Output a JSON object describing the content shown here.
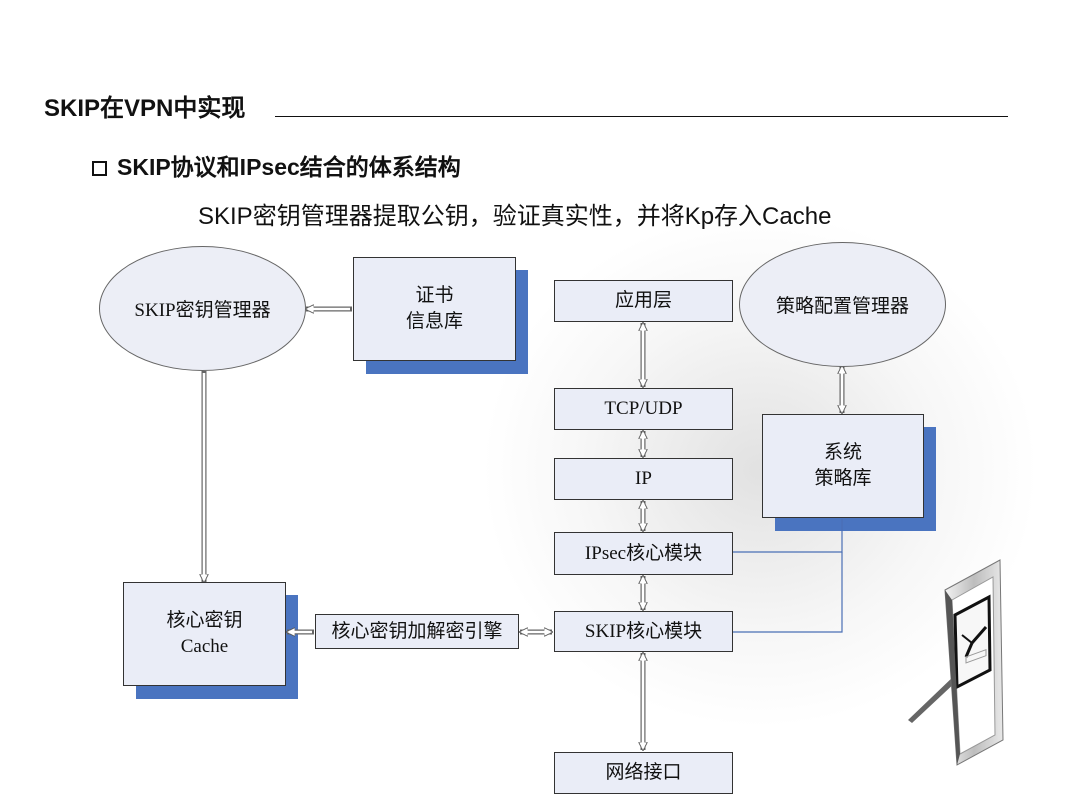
{
  "slide": {
    "title": "SKIP在VPN中实现",
    "subtitle": "SKIP协议和IPsec结合的体系结构",
    "caption": "SKIP密钥管理器提取公钥，验证真实性，并将Kp存入Cache"
  },
  "diagram": {
    "skip_key_manager": "SKIP密钥管理器",
    "cert_store": {
      "line1": "证书",
      "line2": "信息库"
    },
    "app_layer": "应用层",
    "policy_manager": "策略配置管理器",
    "tcp_udp": "TCP/UDP",
    "ip": "IP",
    "system_policy_db": {
      "line1": "系统",
      "line2": "策略库"
    },
    "ipsec_core": "IPsec核心模块",
    "key_cache": {
      "line1": "核心密钥",
      "line2": "Cache"
    },
    "crypto_engine": "核心密钥加解密引擎",
    "skip_core": "SKIP核心模块",
    "network_interface": "网络接口"
  },
  "colors": {
    "box_fill": "#eaedf7",
    "box_shadow": "#4a74c0",
    "connector": "#4a6fb5"
  },
  "decor": {
    "clock_icon": "desk-clock-icon"
  }
}
